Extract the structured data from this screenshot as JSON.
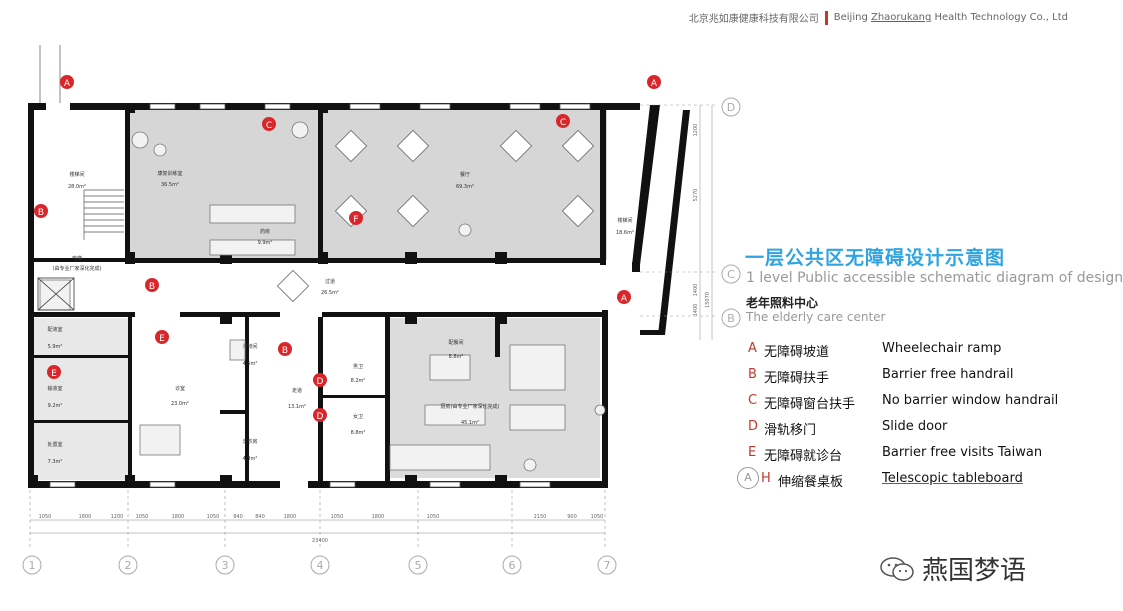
{
  "header": {
    "company_zh": "北京兆如康健康科技有限公司",
    "company_en_pre": "Beijing ",
    "company_en_brand": "Zhaorukang",
    "company_en_post": " Health Technology Co., Ltd"
  },
  "title": {
    "zh": "一层公共区无障碍设计示意图",
    "en": "1 level  Public accessible schematic diagram of design",
    "sub_zh": "老年照料中心",
    "sub_en": "The elderly care center"
  },
  "legend": [
    {
      "letter": "A",
      "zh": "无障碍坡道",
      "en": "Wheelechair ramp"
    },
    {
      "letter": "B",
      "zh": "无障碍扶手",
      "en": "Barrier free handrail"
    },
    {
      "letter": "C",
      "zh": "无障碍窗台扶手",
      "en": "No barrier window handrail"
    },
    {
      "letter": "D",
      "zh": "滑轨移门",
      "en": "Slide door"
    },
    {
      "letter": "E",
      "zh": "无障碍就诊台",
      "en": "Barrier free visits Taiwan"
    },
    {
      "letter": "H",
      "zh": "伸缩餐桌板",
      "en": "Telescopic tableboard"
    }
  ],
  "grid": {
    "columns": [
      "1",
      "2",
      "3",
      "4",
      "5",
      "6",
      "7"
    ],
    "rows": [
      "D",
      "C",
      "B"
    ],
    "top_dims": [
      "1200",
      "5270",
      "1400",
      "1400"
    ],
    "bottom_dims": [
      "1050",
      "1800",
      "1200",
      "1050",
      "1800",
      "1050",
      "840",
      "840",
      "1800",
      "1050",
      "1800",
      "1050",
      "2150",
      "900",
      "1050"
    ],
    "total": "23400",
    "side_total": "15070"
  },
  "rooms": [
    {
      "name": "楼梯间",
      "area": "28.0m²"
    },
    {
      "name": "康复训练室",
      "area": "36.5m²"
    },
    {
      "name": "药房",
      "area": "9.9m²"
    },
    {
      "name": "餐厅",
      "area": "69.3m²"
    },
    {
      "name": "楼梯间",
      "area": "18.6m²"
    },
    {
      "name": "电梯",
      "area": "(由专业厂家深化完成)"
    },
    {
      "name": "过道",
      "area": "26.5m²"
    },
    {
      "name": "配液室",
      "area": "5.9m²"
    },
    {
      "name": "输液室",
      "area": "9.2m²"
    },
    {
      "name": "处置室",
      "area": "7.3m²"
    },
    {
      "name": "诊室",
      "area": "23.0m²"
    },
    {
      "name": "污物间",
      "area": "4.5m²"
    },
    {
      "name": "洗衣房",
      "area": "4.3m²"
    },
    {
      "name": "走道",
      "area": "13.1m²"
    },
    {
      "name": "男卫",
      "area": "8.2m²"
    },
    {
      "name": "女卫",
      "area": "8.8m²"
    },
    {
      "name": "配餐间",
      "area": "8.8m²"
    },
    {
      "name": "厨房(由专业厂家深化完成)",
      "area": "45.1m²"
    }
  ],
  "markers": [
    "A",
    "A",
    "A",
    "B",
    "B",
    "B",
    "C",
    "C",
    "F",
    "E",
    "D",
    "D",
    "D",
    "E"
  ],
  "brand": {
    "name": "燕国梦语"
  },
  "colors": {
    "accent_red": "#d9262b",
    "title_blue": "#2fa4e0",
    "wall": "#111111",
    "floor_gray": "#d8d8d8"
  }
}
